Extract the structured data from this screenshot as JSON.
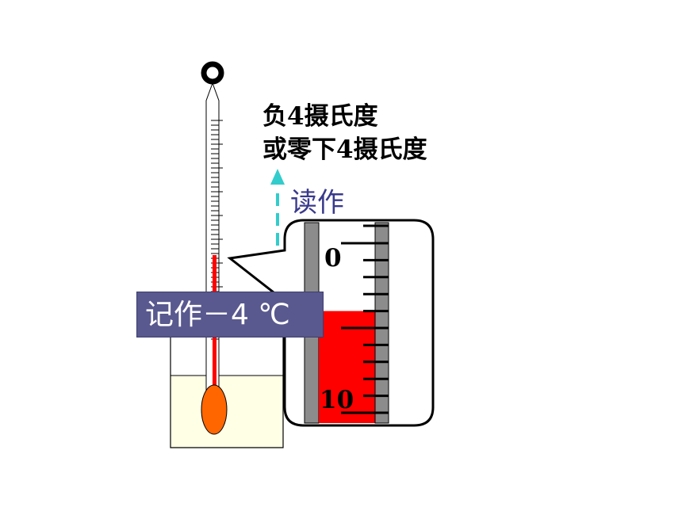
{
  "reading": {
    "line1": "负4摄氏度",
    "line2": "或零下4摄氏度"
  },
  "read_as_label": "读作",
  "recorded_label": "记作－4 ℃",
  "zoom_scale": {
    "label_zero": "0",
    "label_ten": "10",
    "liquid_level": -4,
    "min": -10,
    "max": 0
  },
  "colors": {
    "liquid": "#ff0000",
    "bulb": "#ff6600",
    "beaker_water": "#ffffe6",
    "read_arrow": "#33cccc",
    "label_bg": "#59598f",
    "read_as_text": "#3a3a8c"
  }
}
